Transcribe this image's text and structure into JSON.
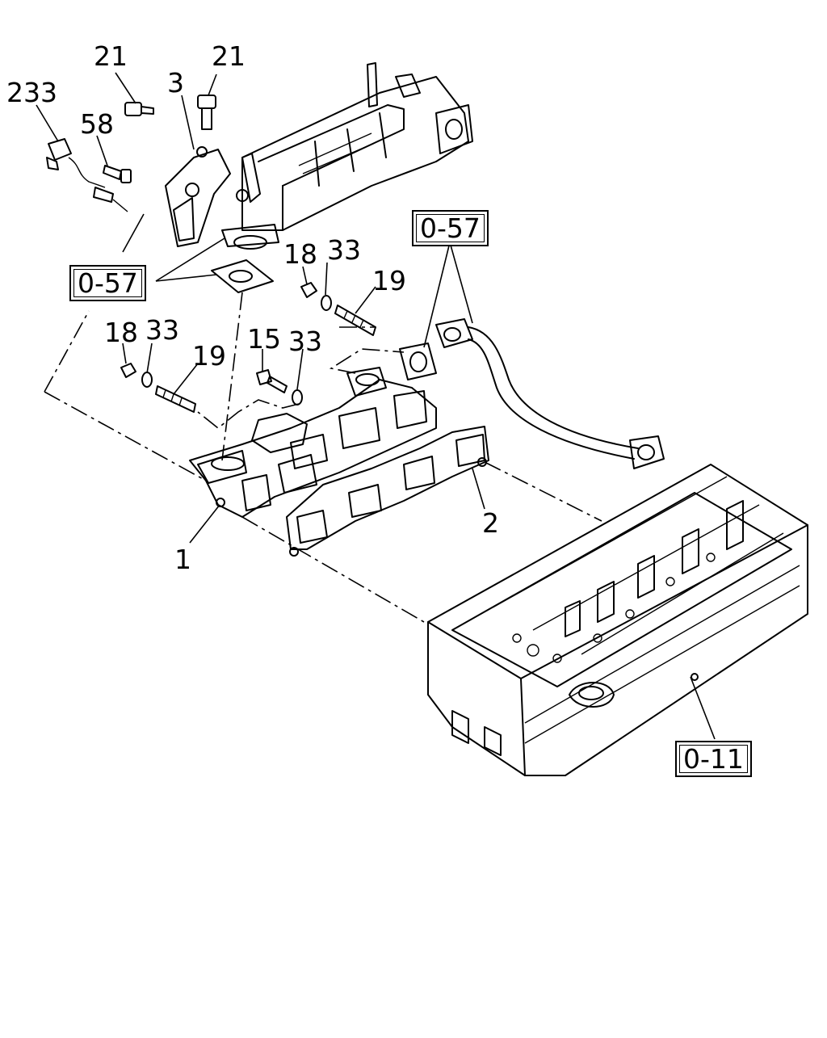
{
  "diagram": {
    "part_labels": {
      "p233": "233",
      "p21a": "21",
      "p21b": "21",
      "p3": "3",
      "p58": "58",
      "p18a": "18",
      "p33a": "33",
      "p19a": "19",
      "p18b": "18",
      "p33b": "33",
      "p15": "15",
      "p33c": "33",
      "p19b": "19",
      "p2": "2",
      "p1": "1"
    },
    "references": {
      "ref_egr_left": "0-57",
      "ref_egr_right": "0-57",
      "ref_head": "0-11"
    }
  }
}
